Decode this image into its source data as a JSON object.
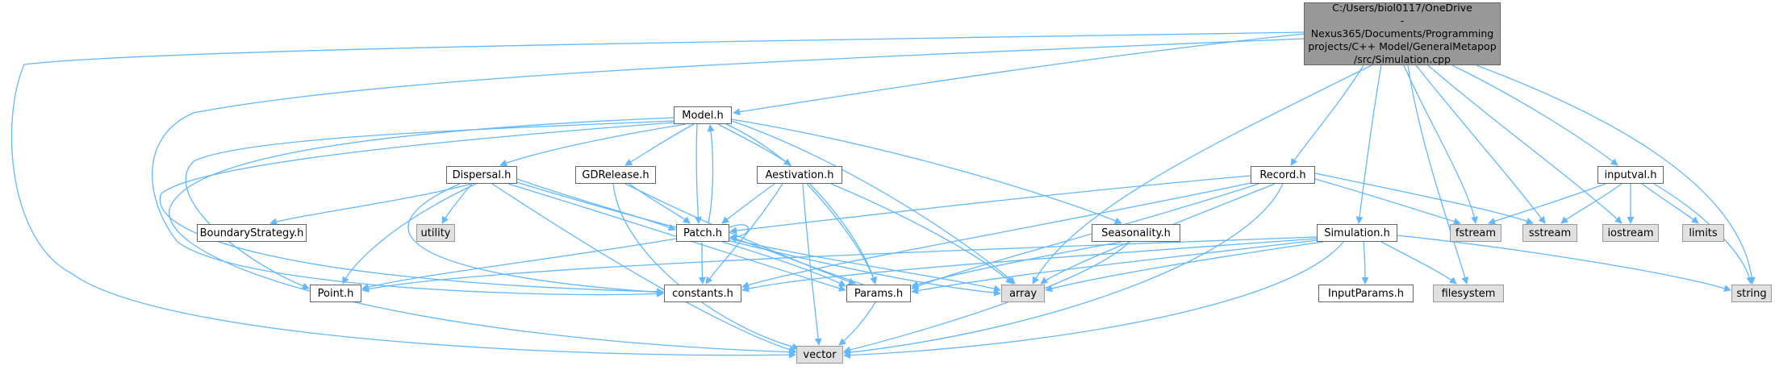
{
  "nodes": {
    "root": "C:/Users/biol0117/OneDrive\n- Nexus365/Documents/Programming\nprojects/C++ Model/GeneralMetapop\n/src/Simulation.cpp",
    "model": "Model.h",
    "dispersal": "Dispersal.h",
    "gdrelease": "GDRelease.h",
    "aestivation": "Aestivation.h",
    "record": "Record.h",
    "inputval": "inputval.h",
    "boundary": "BoundaryStrategy.h",
    "utility": "utility",
    "patch": "Patch.h",
    "seasonality": "Seasonality.h",
    "simulation": "Simulation.h",
    "fstream": "fstream",
    "sstream": "sstream",
    "iostream": "iostream",
    "limits": "limits",
    "string": "string",
    "point": "Point.h",
    "constants": "constants.h",
    "params": "Params.h",
    "array": "array",
    "inputparams": "InputParams.h",
    "filesystem": "filesystem",
    "vector": "vector"
  },
  "colors": {
    "edge": "#63b8ff",
    "node_border": "#666666",
    "system_fill": "#e0e0e0",
    "root_fill": "#999999"
  }
}
